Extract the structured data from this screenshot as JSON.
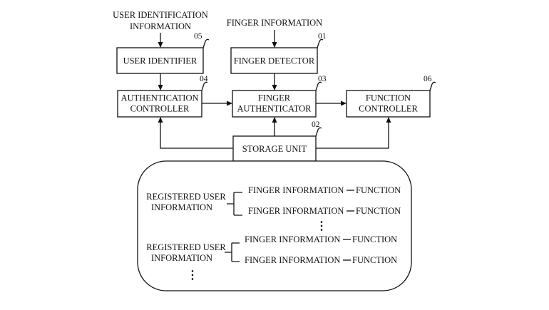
{
  "inputs": {
    "user_identification_line1": "USER IDENTIFICATION",
    "user_identification_line2": "INFORMATION",
    "finger_information": "FINGER INFORMATION"
  },
  "blocks": {
    "user_identifier": {
      "label": "USER IDENTIFIER",
      "ref": "05"
    },
    "finger_detector": {
      "label": "FINGER DETECTOR",
      "ref": "01"
    },
    "authentication_controller": {
      "line1": "AUTHENTICATION",
      "line2": "CONTROLLER",
      "ref": "04"
    },
    "finger_authenticator": {
      "line1": "FINGER",
      "line2": "AUTHENTICATOR",
      "ref": "03"
    },
    "function_controller": {
      "line1": "FUNCTION",
      "line2": "CONTROLLER",
      "ref": "06"
    },
    "storage_unit": {
      "label": "STORAGE UNIT",
      "ref": "02"
    }
  },
  "storage_contents": {
    "groups": [
      {
        "label_line1": "REGISTERED USER",
        "label_line2": "INFORMATION",
        "rows": [
          {
            "finger": "FINGER INFORMATION",
            "function": "FUNCTION"
          },
          {
            "finger": "FINGER INFORMATION",
            "function": "FUNCTION"
          }
        ],
        "ellipsis": "⋮"
      },
      {
        "label_line1": "REGISTERED USER",
        "label_line2": "INFORMATION",
        "rows": [
          {
            "finger": "FINGER INFORMATION",
            "function": "FUNCTION"
          },
          {
            "finger": "FINGER INFORMATION",
            "function": "FUNCTION"
          }
        ]
      }
    ],
    "ellipsis": "⋮"
  }
}
